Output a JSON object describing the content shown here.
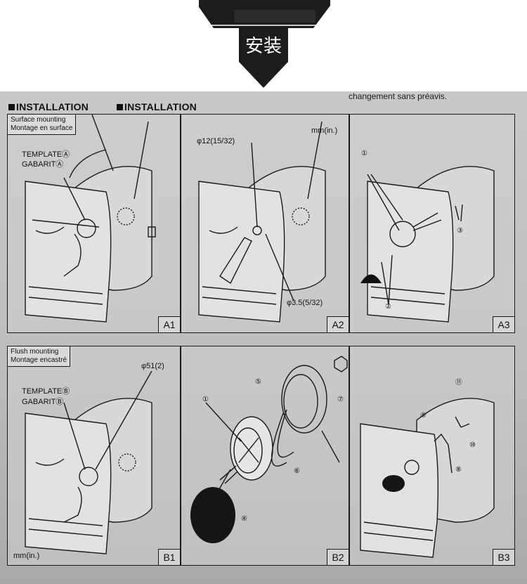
{
  "banner": {
    "label": "安装"
  },
  "sheet": {
    "top_note": "changement sans préavis.",
    "headings": [
      "INSTALLATION",
      "INSTALLATION"
    ],
    "panels": {
      "a1": {
        "id": "A1",
        "caption_1": "Surface mounting",
        "caption_2": "Montage en surface",
        "template": "TEMPLATEⒶ",
        "gabarit": "GABARITⒶ"
      },
      "a2": {
        "id": "A2",
        "unit": "mm(in.)",
        "hole_large": "φ12(15/32)",
        "hole_small": "φ3.5(5/32)"
      },
      "a3": {
        "id": "A3",
        "n1": "①",
        "n2": "②",
        "n3": "③"
      },
      "b1": {
        "id": "B1",
        "caption_1": "Flush mounting",
        "caption_2": "Montage encastré",
        "template": "TEMPLATEⒷ",
        "gabarit": "GABARITⒷ",
        "hole": "φ51(2)",
        "unit": "mm(in.)"
      },
      "b2": {
        "id": "B2",
        "n1": "①",
        "n4": "④",
        "n5": "⑤",
        "n6": "⑥",
        "n7": "⑦"
      },
      "b3": {
        "id": "B3",
        "n8": "⑧",
        "n9": "⑨",
        "n10": "⑩",
        "n11": "⑪"
      }
    }
  }
}
